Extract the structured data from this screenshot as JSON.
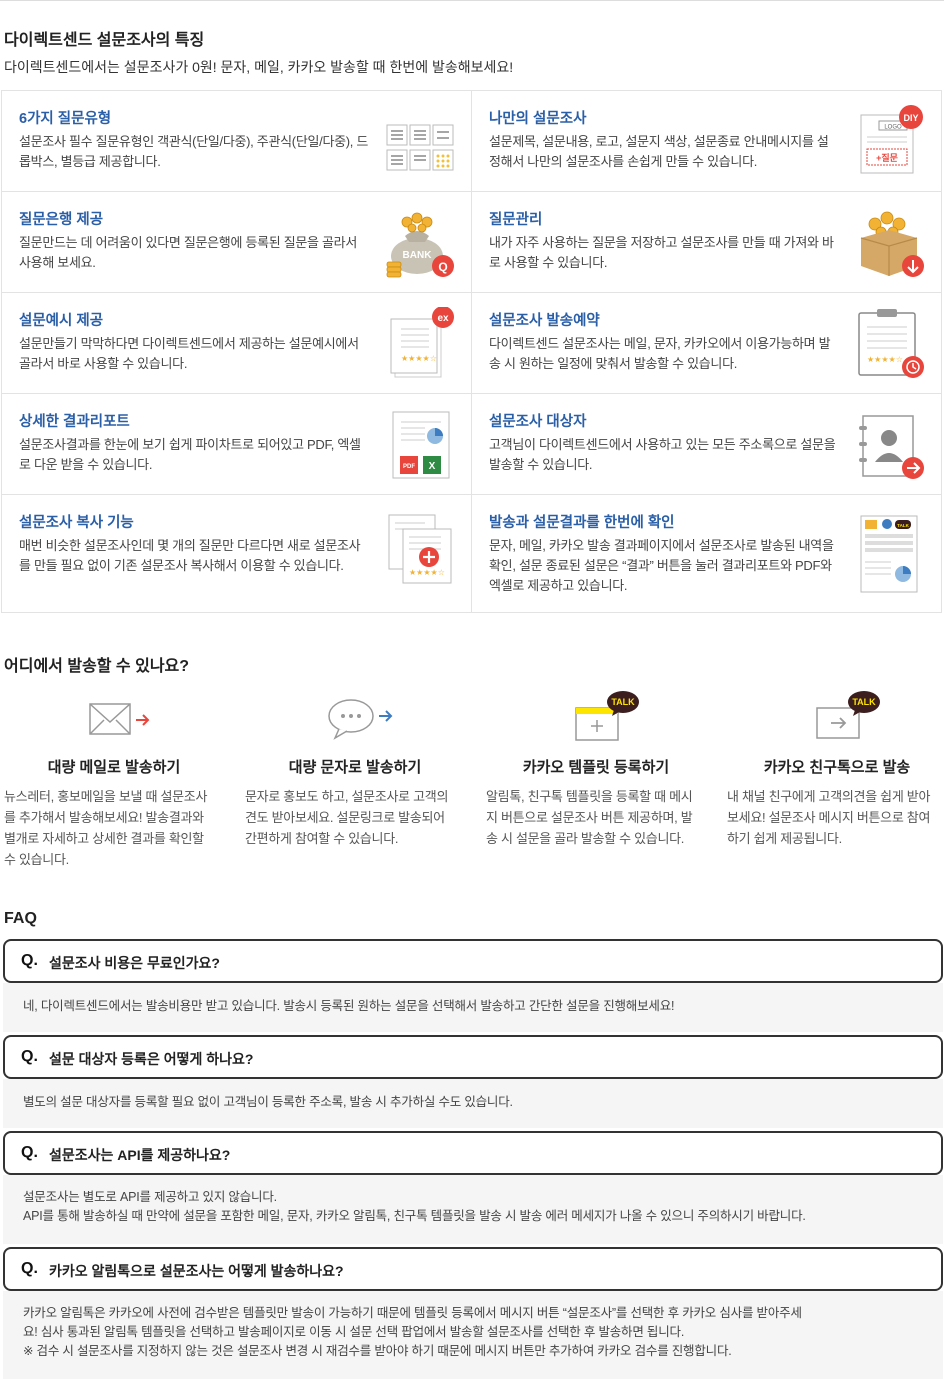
{
  "features": {
    "title": "다이렉트센드 설문조사의 특징",
    "subtitle": "다이렉트센드에서는 설문조사가 0원! 문자, 메일, 카카오 발송할 때 한번에 발송해보세요!",
    "items": [
      {
        "title": "6가지 질문유형",
        "desc": "설문조사 필수 질문유형인 객관식(단일/다중), 주관식(단일/다중), 드롭박스, 별등급 제공합니다.",
        "icon": "question-types-icon"
      },
      {
        "title": "나만의 설문조사",
        "desc": "설문제목, 설문내용, 로고, 설문지 색상, 설문종료 안내메시지를 설정해서 나만의 설문조사를 손쉽게 만들 수 있습니다.",
        "icon": "diy-survey-icon",
        "badge": "DIY",
        "logo": "LOGO",
        "btn": "+질문"
      },
      {
        "title": "질문은행 제공",
        "desc": "질문만드는 데 어려움이 있다면 질문은행에 등록된 질문을 골라서 사용해 보세요.",
        "icon": "question-bank-icon",
        "badge": "Q",
        "bank": "BANK"
      },
      {
        "title": "질문관리",
        "desc": "내가 자주 사용하는 질문을 저장하고 설문조사를 만들 때 가져와 바로 사용할 수 있습니다.",
        "icon": "question-box-icon"
      },
      {
        "title": "설문예시 제공",
        "desc": "설문만들기 막막하다면 다이렉트센드에서 제공하는 설문예시에서 골라서 바로 사용할 수 있습니다.",
        "icon": "survey-example-icon",
        "badge": "ex"
      },
      {
        "title": "설문조사 발송예약",
        "desc": "다이렉트센드 설문조사는 메일, 문자, 카카오에서 이용가능하며 발송 시 원하는 일정에 맞춰서 발송할 수 있습니다.",
        "icon": "schedule-icon"
      },
      {
        "title": "상세한 결과리포트",
        "desc": "설문조사결과를 한눈에 보기 쉽게 파이차트로 되어있고 PDF, 엑셀로 다운 받을 수 있습니다.",
        "icon": "report-icon",
        "pdf": "PDF"
      },
      {
        "title": "설문조사 대상자",
        "desc": "고객님이 다이렉트센드에서 사용하고 있는 모든 주소록으로 설문을 발송할 수 있습니다.",
        "icon": "address-book-icon"
      },
      {
        "title": "설문조사 복사 기능",
        "desc": "매번 비슷한 설문조사인데 몇 개의 질문만 다르다면 새로 설문조사를 만들 필요 없이 기존 설문조사 복사해서 이용할 수 있습니다.",
        "icon": "copy-survey-icon"
      },
      {
        "title": "발송과 설문결과를 한번에 확인",
        "desc": "문자, 메일, 카카오 발송 결과페이지에서 설문조사로 발송된 내역을 확인, 설문 종료된 설문은 “결과” 버튼을 눌러 결과리포트와 PDF와 엑셀로 제공하고 있습니다.",
        "icon": "combined-result-icon",
        "talk": "TALK"
      }
    ]
  },
  "channels": {
    "title": "어디에서 발송할 수 있나요?",
    "talk_badge": "TALK",
    "items": [
      {
        "title": "대량 메일로 발송하기",
        "desc": "뉴스레터, 홍보메일을 보낼 때 설문조사를 추가해서 발송해보세요! 발송결과와 별개로 자세하고 상세한 결과를 확인할 수 있습니다.",
        "icon": "mail-send-icon"
      },
      {
        "title": "대량 문자로 발송하기",
        "desc": "문자로 홍보도 하고, 설문조사로 고객의견도 받아보세요. 설문링크로 발송되어 간편하게 참여할 수 있습니다.",
        "icon": "sms-send-icon"
      },
      {
        "title": "카카오 템플릿 등록하기",
        "desc": "알림톡, 친구톡 템플릿을 등록할 때 메시지 버튼으로 설문조사 버튼 제공하며, 발송 시 설문을 골라 발송할 수 있습니다.",
        "icon": "kakao-template-icon"
      },
      {
        "title": "카카오 친구톡으로 발송",
        "desc": "내 채널 친구에게 고객의견을 쉽게 받아 보세요! 설문조사 메시지 버튼으로 참여하기 쉽게 제공됩니다.",
        "icon": "kakao-friendtalk-icon"
      }
    ]
  },
  "faq": {
    "title": "FAQ",
    "q_prefix": "Q.",
    "items": [
      {
        "q": "설문조사 비용은 무료인가요?",
        "a": [
          "네, 다이렉트센드에서는 발송비용만 받고 있습니다. 발송시 등록된 원하는 설문을 선택해서 발송하고 간단한 설문을 진행해보세요!"
        ]
      },
      {
        "q": "설문 대상자 등록은 어떻게 하나요?",
        "a": [
          "별도의 설문 대상자를 등록할 필요 없이 고객님이 등록한 주소록, 발송 시 추가하실 수도 있습니다."
        ]
      },
      {
        "q": "설문조사는 API를 제공하나요?",
        "a": [
          "설문조사는 별도로 API를 제공하고 있지 않습니다.",
          "API를 통해 발송하실 때 만약에 설문을 포함한 메일, 문자, 카카오 알림톡, 친구톡 템플릿을 발송 시 발송 에러 메세지가 나올 수 있으니 주의하시기 바랍니다."
        ]
      },
      {
        "q": "카카오 알림톡으로 설문조사는 어떻게 발송하나요?",
        "a": [
          "카카오 알림톡은 카카오에 사전에 검수받은 템플릿만 발송이 가능하기 때문에 템플릿 등록에서 메시지 버튼 “설문조사”를 선택한 후 카카오 심사를 받아주세",
          "요! 심사 통과된 알림톡 템플릿을 선택하고 발송페이지로 이동 시 설문 선택 팝업에서 발송할 설문조사를 선택한 후 발송하면 됩니다.",
          "※ 검수 시 설문조사를 지정하지 않는 것은 설문조사 변경 시 재검수를 받아야 하기 때문에 메시지 버튼만 추가하여 카카오 검수를 진행합니다."
        ]
      }
    ]
  },
  "colors": {
    "accent": "#2a5fa8",
    "badge_red": "#e8453c",
    "kakao_yellow": "#fee500",
    "talk_dark": "#3c1e1e"
  }
}
